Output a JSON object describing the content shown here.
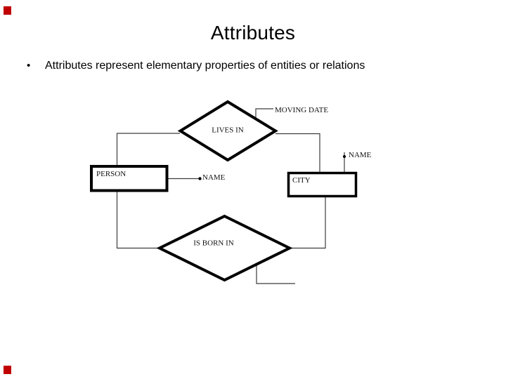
{
  "slide": {
    "title": "Attributes",
    "bullet_glyph": "•",
    "bullet_text": "Attributes represent elementary properties of entities or relations"
  },
  "diagram": {
    "entities": [
      {
        "id": "person",
        "label": "PERSON"
      },
      {
        "id": "city",
        "label": "CITY"
      }
    ],
    "relations": [
      {
        "id": "lives-in",
        "label": "LIVES IN"
      },
      {
        "id": "is-born-in",
        "label": "IS BORN IN"
      }
    ],
    "attributes": [
      {
        "id": "moving-date",
        "label": "MOVING DATE",
        "owner": "lives-in"
      },
      {
        "id": "person-name",
        "label": "NAME",
        "owner": "person"
      },
      {
        "id": "city-name",
        "label": "NAME",
        "owner": "city"
      }
    ]
  },
  "colors": {
    "marker_red": "#c00000",
    "shape_stroke": "#000000",
    "connector": "#3c3c3c"
  }
}
